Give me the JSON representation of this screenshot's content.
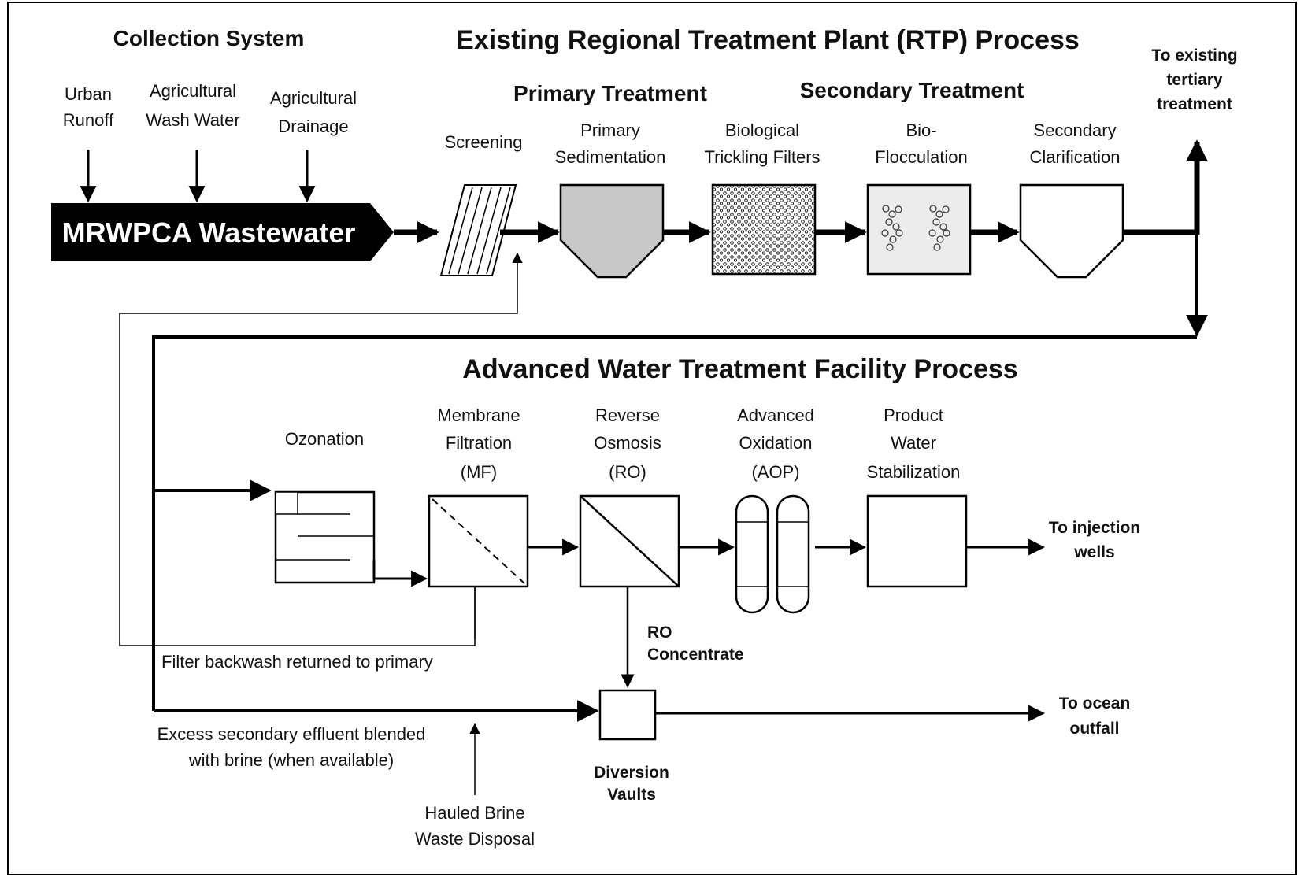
{
  "sections": {
    "collection": "Collection System",
    "rtp": "Existing Regional Treatment Plant (RTP) Process",
    "primary": "Primary Treatment",
    "secondary": "Secondary Treatment",
    "awt": "Advanced Water Treatment Facility Process"
  },
  "sources": [
    {
      "line1": "Urban",
      "line2": "Runoff"
    },
    {
      "line1": "Agricultural",
      "line2": "Wash Water"
    },
    {
      "line1": "Agricultural",
      "line2": "Drainage"
    }
  ],
  "wastewater_label": "MRWPCA Wastewater",
  "rtp_units": [
    {
      "line1": "Screening",
      "line2": "",
      "icon": "screen-grate-icon"
    },
    {
      "line1": "Primary",
      "line2": "Sedimentation",
      "icon": "sedimentation-tank-icon"
    },
    {
      "line1": "Biological",
      "line2": "Trickling Filters",
      "icon": "trickling-filter-icon"
    },
    {
      "line1": "Bio-",
      "line2": "Flocculation",
      "icon": "flocculation-tank-icon"
    },
    {
      "line1": "Secondary",
      "line2": "Clarification",
      "icon": "clarifier-icon"
    }
  ],
  "tertiary": {
    "line1": "To existing",
    "line2": "tertiary",
    "line3": "treatment"
  },
  "awt_units": [
    {
      "line1": "Ozonation",
      "line2": "",
      "line3": "",
      "icon": "ozonation-icon"
    },
    {
      "line1": "Membrane",
      "line2": "Filtration",
      "line3": "(MF)",
      "icon": "membrane-filter-icon"
    },
    {
      "line1": "Reverse",
      "line2": "Osmosis",
      "line3": "(RO)",
      "icon": "reverse-osmosis-icon"
    },
    {
      "line1": "Advanced",
      "line2": "Oxidation",
      "line3": "(AOP)",
      "icon": "aop-vessel-icon"
    },
    {
      "line1": "Product",
      "line2": "Water",
      "line3": "Stabilization",
      "icon": "stabilization-tank-icon"
    }
  ],
  "injection": {
    "line1": "To injection",
    "line2": "wells"
  },
  "ro_concentrate": {
    "line1": "RO",
    "line2": "Concentrate"
  },
  "backwash_label": "Filter backwash returned to primary",
  "excess": {
    "line1": "Excess secondary effluent blended",
    "line2": "with brine (when available)"
  },
  "hauled": {
    "line1": "Hauled Brine",
    "line2": "Waste Disposal"
  },
  "diversion": {
    "line1": "Diversion",
    "line2": "Vaults"
  },
  "ocean": {
    "line1": "To ocean",
    "line2": "outfall"
  }
}
